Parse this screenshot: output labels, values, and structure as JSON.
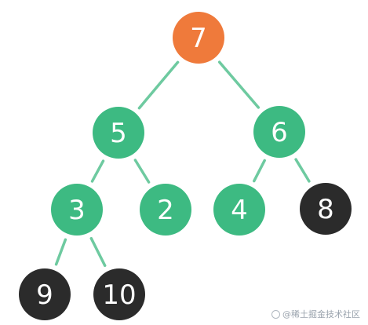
{
  "diagram": {
    "type": "binary-tree",
    "colors": {
      "root": "#ef7a3b",
      "normal": "#3dba82",
      "highlight": "#2b2b2b",
      "edge": "#6ecaa0"
    },
    "nodes": [
      {
        "id": "n7",
        "label": "7",
        "style": "root"
      },
      {
        "id": "n5",
        "label": "5",
        "style": "normal"
      },
      {
        "id": "n6",
        "label": "6",
        "style": "normal"
      },
      {
        "id": "n3",
        "label": "3",
        "style": "normal"
      },
      {
        "id": "n2",
        "label": "2",
        "style": "normal"
      },
      {
        "id": "n4",
        "label": "4",
        "style": "normal"
      },
      {
        "id": "n8",
        "label": "8",
        "style": "highlight"
      },
      {
        "id": "n9",
        "label": "9",
        "style": "highlight"
      },
      {
        "id": "n10",
        "label": "10",
        "style": "highlight"
      }
    ],
    "edges": [
      [
        "n7",
        "n5"
      ],
      [
        "n7",
        "n6"
      ],
      [
        "n5",
        "n3"
      ],
      [
        "n5",
        "n2"
      ],
      [
        "n6",
        "n4"
      ],
      [
        "n6",
        "n8"
      ],
      [
        "n3",
        "n9"
      ],
      [
        "n3",
        "n10"
      ]
    ]
  },
  "watermark": {
    "text": "@稀土掘金技术社区"
  }
}
